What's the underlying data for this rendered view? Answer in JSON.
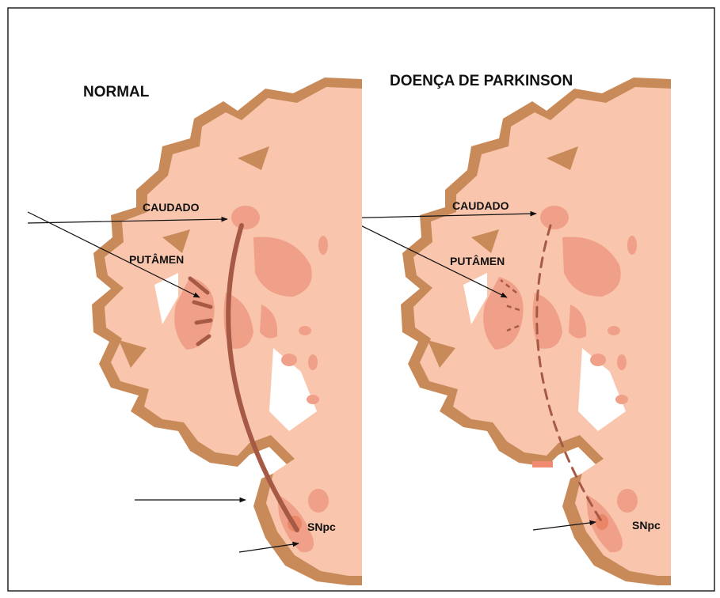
{
  "panels": {
    "normal": {
      "title": "NORMAL",
      "caudate_label": "CAUDADO",
      "putamen_label": "PUTÂMEN",
      "snpc_label": "SNpc"
    },
    "parkinson": {
      "title": "DOENÇA DE PARKINSON",
      "caudate_label": "CAUDADO",
      "putamen_label": "PUTÂMEN",
      "snpc_label": "SNpc"
    }
  },
  "colors": {
    "cortex": "#c98a5a",
    "tissue": "#f9c5ad",
    "nucleus": "#f0a088",
    "pathway": "#a65a45",
    "border": "#222222"
  }
}
